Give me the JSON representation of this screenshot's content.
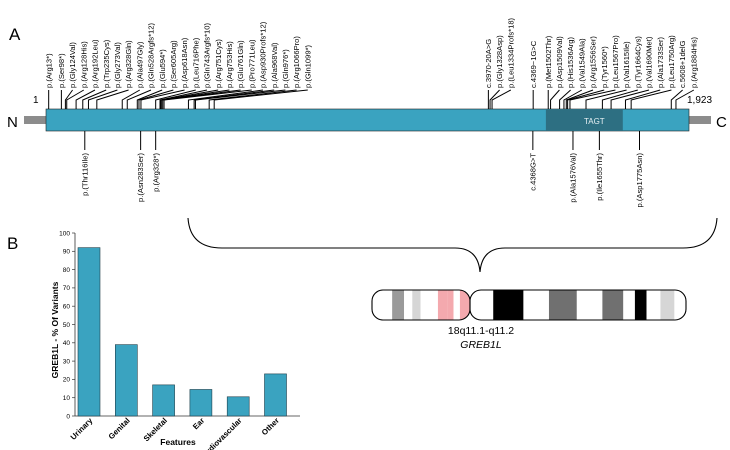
{
  "panels": {
    "a": "A",
    "b": "B"
  },
  "protein": {
    "n_term": "N",
    "c_term": "C",
    "start": "1",
    "end": "1,923",
    "length": 1923,
    "domain_label": "TAGT",
    "domain_start": 1495,
    "domain_end": 1725,
    "colors": {
      "bar": "#3aa3c0",
      "domain": "#2d6f82",
      "stub": "#8c8c8c"
    }
  },
  "variants_above": [
    {
      "label": "p.(Arg13*)",
      "pos": 8
    },
    {
      "label": "p.(Ser98*)",
      "pos": 46
    },
    {
      "label": "p.(Gly124Val)",
      "pos": 58
    },
    {
      "label": "p.(Arg128His)",
      "pos": 62
    },
    {
      "label": "p.(Arg192Leu)",
      "pos": 90
    },
    {
      "label": "p.(Trp235Cys)",
      "pos": 110
    },
    {
      "label": "p.(Gly273Val)",
      "pos": 127
    },
    {
      "label": "p.(Arg328Gln)",
      "pos": 152
    },
    {
      "label": "p.(Ala497Gly)",
      "pos": 228
    },
    {
      "label": "p.(Gln528Argfs*12)",
      "pos": 243
    },
    {
      "label": "p.(Glu594*)",
      "pos": 273
    },
    {
      "label": "p.(Ser605Arg)",
      "pos": 278
    },
    {
      "label": "p.(Asp618Asn)",
      "pos": 284
    },
    {
      "label": "p.(Leu716Phe)",
      "pos": 328
    },
    {
      "label": "p.(Gln743Argfs*10)",
      "pos": 341
    },
    {
      "label": "p.(Arg751Cys)",
      "pos": 344
    },
    {
      "label": "p.(Arg753His)",
      "pos": 345
    },
    {
      "label": "p.(Glu761Gln)",
      "pos": 349
    },
    {
      "label": "p.(Pro771Leu)",
      "pos": 353
    },
    {
      "label": "p.(Asp930Profs*12)",
      "pos": 426
    },
    {
      "label": "p.(Ala968Val)",
      "pos": 443
    },
    {
      "label": "p.(Gln976*)",
      "pos": 447
    },
    {
      "label": "p.(Arg1066Pro)",
      "pos": 488
    },
    {
      "label": "p.(Gln1099*)",
      "pos": 503
    },
    {
      "label": "c.3970-20A>G",
      "pos": 1323
    },
    {
      "label": "p.(Gly1328Asp)",
      "pos": 1328
    },
    {
      "label": "p.(Leu1334Profs*18)",
      "pos": 1334
    },
    {
      "label": "c.4369−1G>C",
      "pos": 1457
    },
    {
      "label": "p.(Met1502Thr)",
      "pos": 1502
    },
    {
      "label": "p.(Asp1509Val)",
      "pos": 1509
    },
    {
      "label": "p.(His1536Arg)",
      "pos": 1536
    },
    {
      "label": "p.(Val1549Ala)",
      "pos": 1549
    },
    {
      "label": "p.(Arg1556Ser)",
      "pos": 1556
    },
    {
      "label": "p.(Tyr1560*)",
      "pos": 1560
    },
    {
      "label": "p.(Leu1567Pro)",
      "pos": 1567
    },
    {
      "label": "p.(Val1615Ile)",
      "pos": 1615
    },
    {
      "label": "p.(Tyr1664Cys)",
      "pos": 1664
    },
    {
      "label": "p.(Val1690Met)",
      "pos": 1690
    },
    {
      "label": "p.(Ala1733Ser)",
      "pos": 1733
    },
    {
      "label": "p.(Leu1750Arg)",
      "pos": 1750
    },
    {
      "label": "c.5608+1delG",
      "pos": 1870
    },
    {
      "label": "p.(Arg1884His)",
      "pos": 1884
    }
  ],
  "variants_below": [
    {
      "label": "p.(Thr116Ile)",
      "pos": 116
    },
    {
      "label": "p.(Asn283Ser)",
      "pos": 283
    },
    {
      "label": "p.(Arg328*)",
      "pos": 328
    },
    {
      "label": "c.4368G>T",
      "pos": 1456
    },
    {
      "label": "p.(Ala1576Val)",
      "pos": 1576
    },
    {
      "label": "p.(Ile1655Thr)",
      "pos": 1655
    },
    {
      "label": "p.(Asp1775Asn)",
      "pos": 1775
    }
  ],
  "chart_data": {
    "type": "bar",
    "categories": [
      "Urinary",
      "Genital",
      "Skeletal",
      "Ear",
      "Cardiovascular",
      "Other"
    ],
    "values": [
      92,
      39,
      17,
      14.5,
      10.5,
      23
    ],
    "ylabel": "GREB1L - % Of Variants",
    "xlabel": "Features",
    "ylim": [
      0,
      100
    ],
    "yticks": [
      "0",
      "10",
      "20",
      "30",
      "40",
      "50",
      "60",
      "70",
      "80",
      "90",
      "100"
    ],
    "grid": false,
    "bar_color": "#3aa3c0"
  },
  "chromosome": {
    "locus": "18q11.1-q11.2",
    "gene": "GREB1L",
    "bands": [
      {
        "start": 0.0,
        "end": 0.11,
        "color": "#ffffff"
      },
      {
        "start": 0.11,
        "end": 0.175,
        "color": "#9a9a9a"
      },
      {
        "start": 0.175,
        "end": 0.22,
        "color": "#ffffff"
      },
      {
        "start": 0.22,
        "end": 0.265,
        "color": "#d6d6d6"
      },
      {
        "start": 0.265,
        "end": 0.36,
        "color": "#ffffff"
      },
      {
        "start": 0.36,
        "end": 0.41,
        "color": "#f4a9ae"
      },
      {
        "start": 0.41,
        "end": 0.445,
        "color": "#f4a9ae"
      },
      {
        "start": 0.445,
        "end": 0.48,
        "color": "#ffffff"
      },
      {
        "start": 0.48,
        "end": 0.535,
        "color": "#f4a9ae"
      },
      {
        "start": 0.535,
        "end": 0.585,
        "color": "#ffffff"
      },
      {
        "start": 0.585,
        "end": 0.65,
        "color": "#000000"
      },
      {
        "start": 0.65,
        "end": 0.705,
        "color": "#ffffff"
      },
      {
        "start": 0.705,
        "end": 0.765,
        "color": "#707070"
      },
      {
        "start": 0.765,
        "end": 0.82,
        "color": "#ffffff"
      },
      {
        "start": 0.82,
        "end": 0.865,
        "color": "#707070"
      },
      {
        "start": 0.865,
        "end": 0.915,
        "color": "#ffffff"
      },
      {
        "start": 0.915,
        "end": 0.945,
        "color": "#d6d6d6"
      },
      {
        "start": 0.945,
        "end": 1.0,
        "color": "#ffffff"
      }
    ],
    "bands_right": [
      {
        "start": 0.535,
        "end": 0.585,
        "color": "#ffffff"
      },
      {
        "start": 0.585,
        "end": 0.65,
        "color": "#000000"
      },
      {
        "start": 0.65,
        "end": 0.705,
        "color": "#ffffff"
      },
      {
        "start": 0.705,
        "end": 0.765,
        "color": "#707070"
      },
      {
        "start": 0.765,
        "end": 0.82,
        "color": "#ffffff"
      },
      {
        "start": 0.82,
        "end": 0.865,
        "color": "#707070"
      },
      {
        "start": 0.865,
        "end": 0.89,
        "color": "#ffffff"
      },
      {
        "start": 0.89,
        "end": 0.915,
        "color": "#000000"
      },
      {
        "start": 0.915,
        "end": 0.945,
        "color": "#ffffff"
      },
      {
        "start": 0.945,
        "end": 0.975,
        "color": "#d6d6d6"
      },
      {
        "start": 0.975,
        "end": 1.0,
        "color": "#ffffff"
      }
    ]
  }
}
